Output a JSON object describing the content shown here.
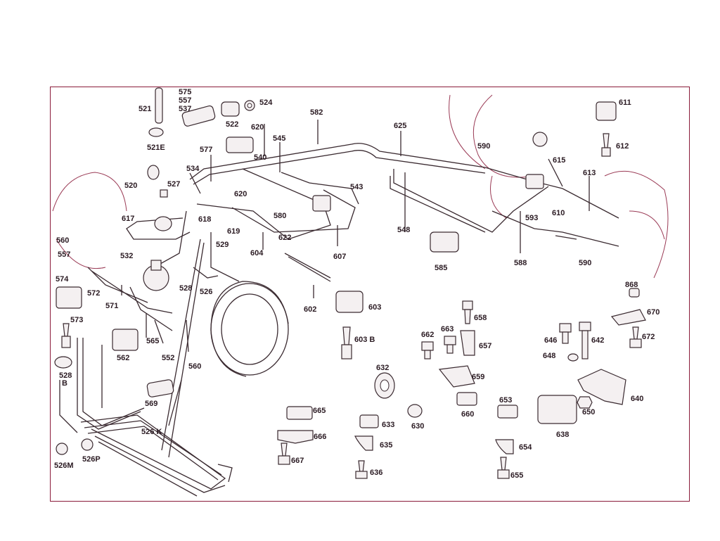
{
  "labels": {
    "p521": "521",
    "p575": "575",
    "p557a": "557",
    "p537": "537",
    "p524": "524",
    "p522": "522",
    "p521e": "521E",
    "p620a": "620",
    "p582": "582",
    "p625": "625",
    "p611": "611",
    "p612": "612",
    "p590a": "590",
    "p615": "615",
    "p613": "613",
    "p545": "545",
    "p577": "577",
    "p540": "540",
    "p534": "534",
    "p543": "543",
    "p520": "520",
    "p527": "527",
    "p620b": "620",
    "p580": "580",
    "p548": "548",
    "p593": "593",
    "p610": "610",
    "p617": "617",
    "p618": "618",
    "p619": "619",
    "p622": "622",
    "p560a": "560",
    "p557b": "557",
    "p532": "532",
    "p529": "529",
    "p604": "604",
    "p607": "607",
    "p585": "585",
    "p588": "588",
    "p590b": "590",
    "p574": "574",
    "p572": "572",
    "p528a": "528",
    "p526": "526",
    "p571": "571",
    "p602": "602",
    "p603": "603",
    "p868": "868",
    "p670": "670",
    "p573": "573",
    "p565": "565",
    "p658": "658",
    "p603b": "603 B",
    "p662": "662",
    "p663": "663",
    "p657": "657",
    "p646": "646",
    "p642": "642",
    "p672": "672",
    "p562": "562",
    "p552": "552",
    "p560b": "560",
    "p648": "648",
    "p528b": "528",
    "pB": "B",
    "p632": "632",
    "p659": "659",
    "p569": "569",
    "p640": "640",
    "p665": "665",
    "p660": "660",
    "p653": "653",
    "p650": "650",
    "p633": "633",
    "p630": "630",
    "p638": "638",
    "p526k": "526 K",
    "p666": "666",
    "p635": "635",
    "p654": "654",
    "p526m": "526M",
    "p526p": "526P",
    "p667": "667",
    "p636": "636",
    "p655": "655"
  },
  "colors": {
    "frame": "#8a1b3a",
    "line": "#3a2a30",
    "text": "#2a1a22"
  }
}
